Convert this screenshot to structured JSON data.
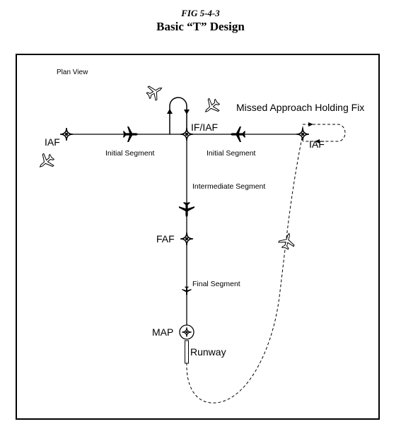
{
  "figure": {
    "number": "FIG 5-4-3",
    "title": "Basic “T” Design"
  },
  "labels": {
    "plan_view": "Plan View",
    "iaf_left": "IAF",
    "iaf_right": "IAF",
    "if_iaf": "IF/IAF",
    "faf": "FAF",
    "map": "MAP",
    "runway": "Runway",
    "initial_segment_left": "Initial Segment",
    "initial_segment_right": "Initial Segment",
    "intermediate_segment": "Intermediate Segment",
    "final_segment": "Final Segment",
    "missed_approach_holding_fix": "Missed Approach Holding Fix"
  },
  "icons": [
    "fix-waypoint-icon",
    "airplane-icon",
    "arrow-icon"
  ]
}
